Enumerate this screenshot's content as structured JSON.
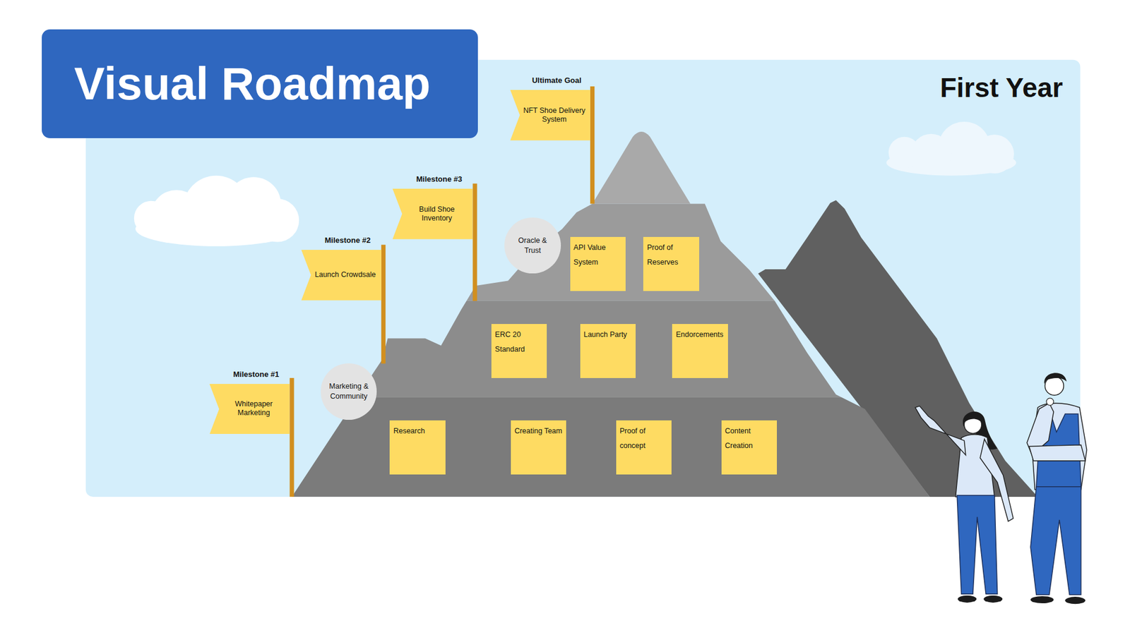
{
  "diagram": {
    "title": "Visual Roadmap",
    "nodes": [
      {
        "text": [
          "Milestone #1",
          "Whitepaper Marketing"
        ]
      },
      {
        "text": [
          "Marketing & Community"
        ]
      },
      {
        "text": [
          "Milestone #2",
          "Launch Crowdsale"
        ]
      },
      {
        "text": [
          "Milestone #3",
          "Build Shoe Inventory"
        ]
      },
      {
        "text": [
          "Oracle & Trust"
        ]
      },
      {
        "text": [
          "Ultimate Goal",
          "NFT Shoe Delivery System"
        ]
      },
      {
        "text": [
          "Research"
        ]
      },
      {
        "text": [
          "Creating Team"
        ]
      },
      {
        "text": [
          "Proof of concept"
        ]
      },
      {
        "text": [
          "Content Creation"
        ]
      },
      {
        "text": [
          "ERC 20 Standard"
        ]
      },
      {
        "text": [
          "Launch Party"
        ]
      },
      {
        "text": [
          "Endorcements"
        ]
      },
      {
        "text": [
          "API Value System"
        ]
      },
      {
        "text": [
          "Proof of Reserves"
        ]
      }
    ],
    "labels": [
      "First Year"
    ]
  }
}
